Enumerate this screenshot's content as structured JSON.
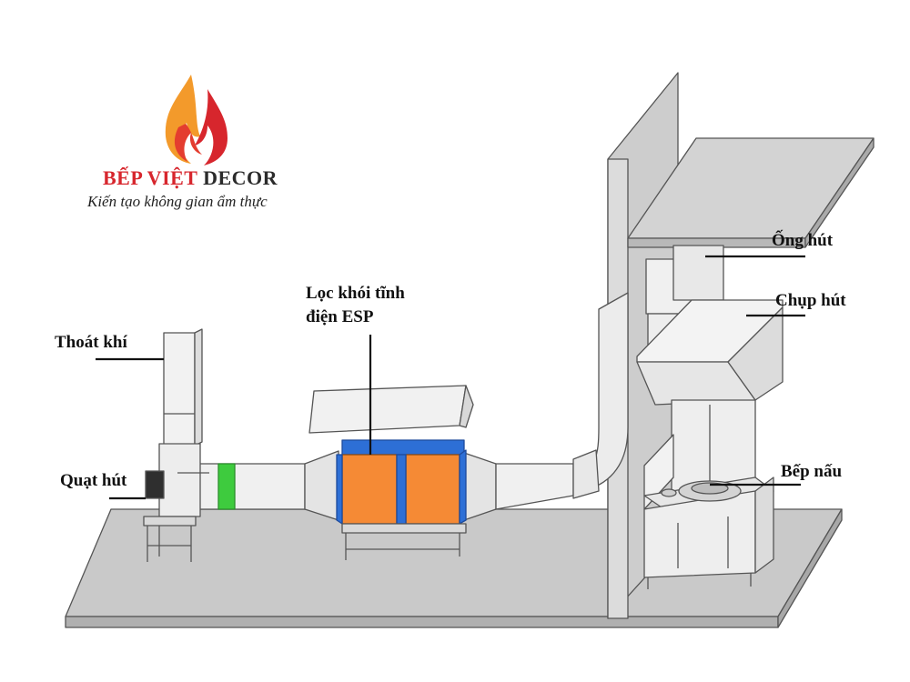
{
  "brand": {
    "name_part1": "BẾP VIỆT",
    "name_part2": "DECOR",
    "slogan": "Kiến tạo không gian ẩm thực",
    "logo": "flame-logo-icon",
    "colors": {
      "flame_red": "#d7262d",
      "flame_orange": "#f39a2b",
      "text_dark": "#2b2b2b"
    }
  },
  "labels": {
    "exhaust": "Thoát khí",
    "fan": "Quạt hút",
    "esp_line1": "Lọc khói tĩnh",
    "esp_line2": "điện ESP",
    "duct": "Ống hút",
    "hood": "Chụp hút",
    "stove": "Bếp nấu"
  },
  "colors": {
    "esp_body": "#f58a35",
    "esp_top": "#2d6fd6",
    "duct_green": "#3ecb3e",
    "floor": "#c9c9c9",
    "equipment": "#efefef"
  }
}
